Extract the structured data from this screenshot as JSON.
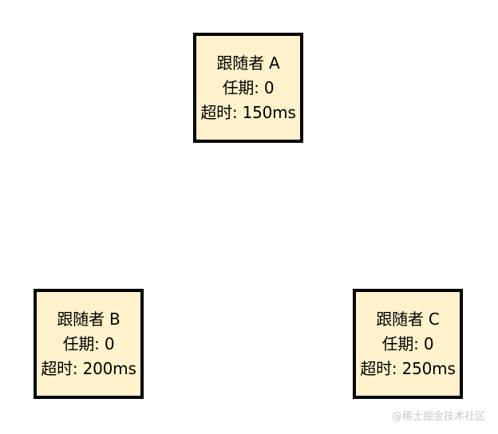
{
  "nodes": [
    {
      "role": "跟随者 A",
      "term": "任期: 0",
      "timeout": "超时: 150ms"
    },
    {
      "role": "跟随者 B",
      "term": "任期: 0",
      "timeout": "超时: 200ms"
    },
    {
      "role": "跟随者 C",
      "term": "任期: 0",
      "timeout": "超时: 250ms"
    }
  ],
  "watermark": "@稀土掘金技术社区",
  "colors": {
    "node_fill": "#fff2cc",
    "node_border": "#000000",
    "text": "#000000"
  }
}
